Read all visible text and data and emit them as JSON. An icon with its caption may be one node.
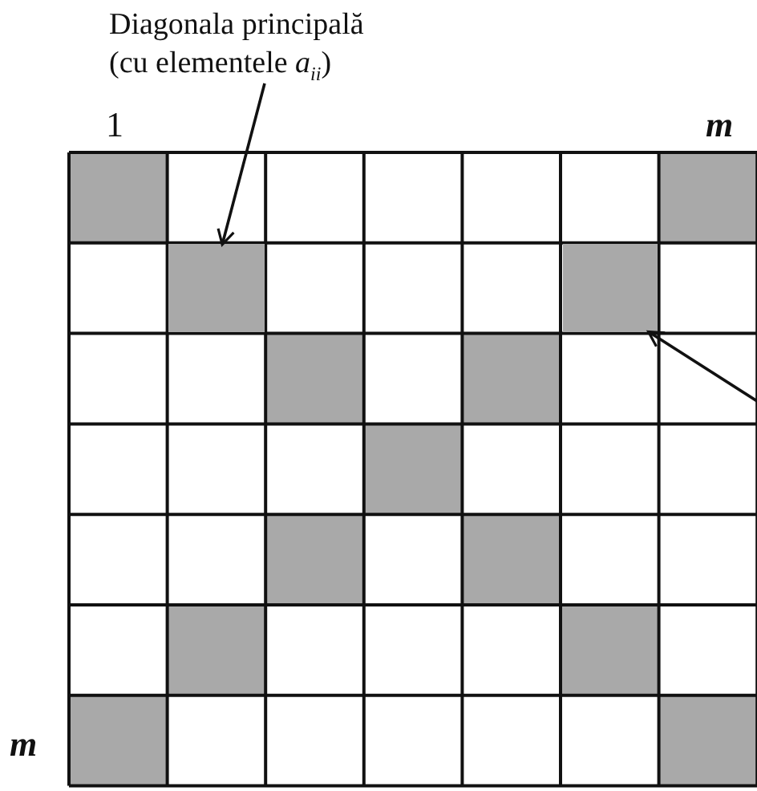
{
  "diagram": {
    "nodes": [
      {
        "text": [
          "Diagonala principală (cu elementele *a*$_{ii}$)"
        ]
      },
      {
        "text": [],
        "shape": "box"
      },
      {
        "text": [],
        "shape": "box"
      }
    ],
    "edges": [
      {
        "from": 0,
        "to": 1,
        "arrow": "to"
      },
      {
        "from": null,
        "to": 2,
        "arrow": "to"
      }
    ],
    "labels": [
      "1",
      "m",
      "m"
    ]
  }
}
